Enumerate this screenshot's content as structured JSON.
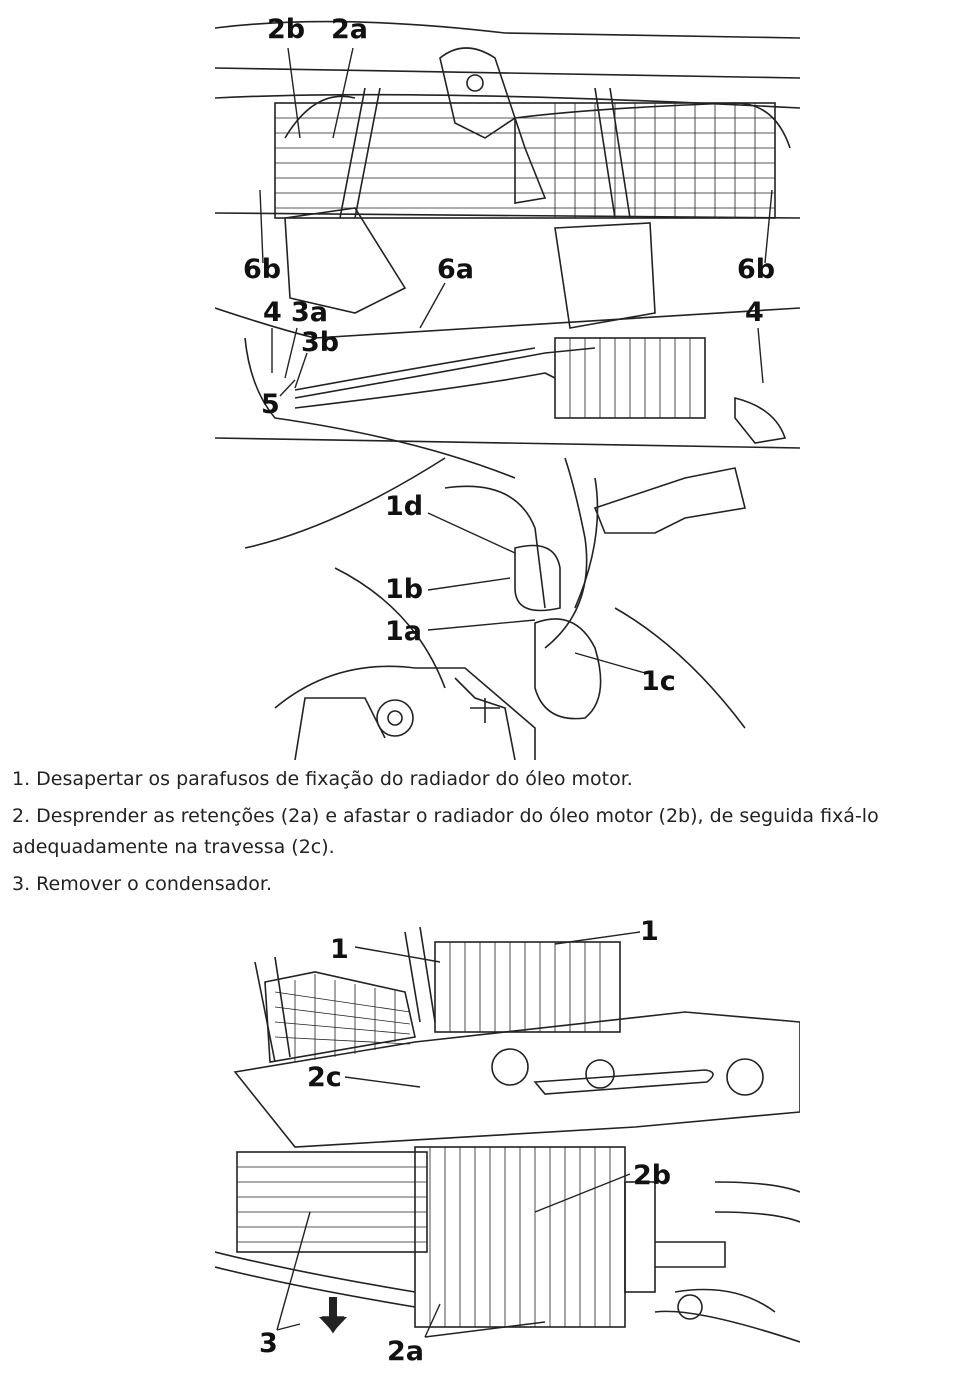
{
  "figure_top": {
    "labels": {
      "l2b": "2b",
      "l2a": "2a",
      "l6b_left": "6b",
      "l6a": "6a",
      "l6b_right": "6b",
      "l4_left": "4",
      "l3a": "3a",
      "l3b": "3b",
      "l5": "5",
      "l4_right": "4",
      "l1d": "1d",
      "l1b": "1b",
      "l1a": "1a",
      "l1c": "1c"
    }
  },
  "steps": [
    {
      "text": "1. Desapertar os parafusos de fixação do radiador do óleo motor."
    },
    {
      "text": "2. Desprender as retenções (2a) e afastar o radiador do óleo motor (2b), de seguida fixá-lo adequadamente na travessa (2c)."
    },
    {
      "text": "3. Remover o condensador."
    }
  ],
  "figure_bottom": {
    "labels": {
      "l1_left": "1",
      "l1_right": "1",
      "l2c": "2c",
      "l2b": "2b",
      "l3": "3",
      "l2a": "2a"
    }
  }
}
